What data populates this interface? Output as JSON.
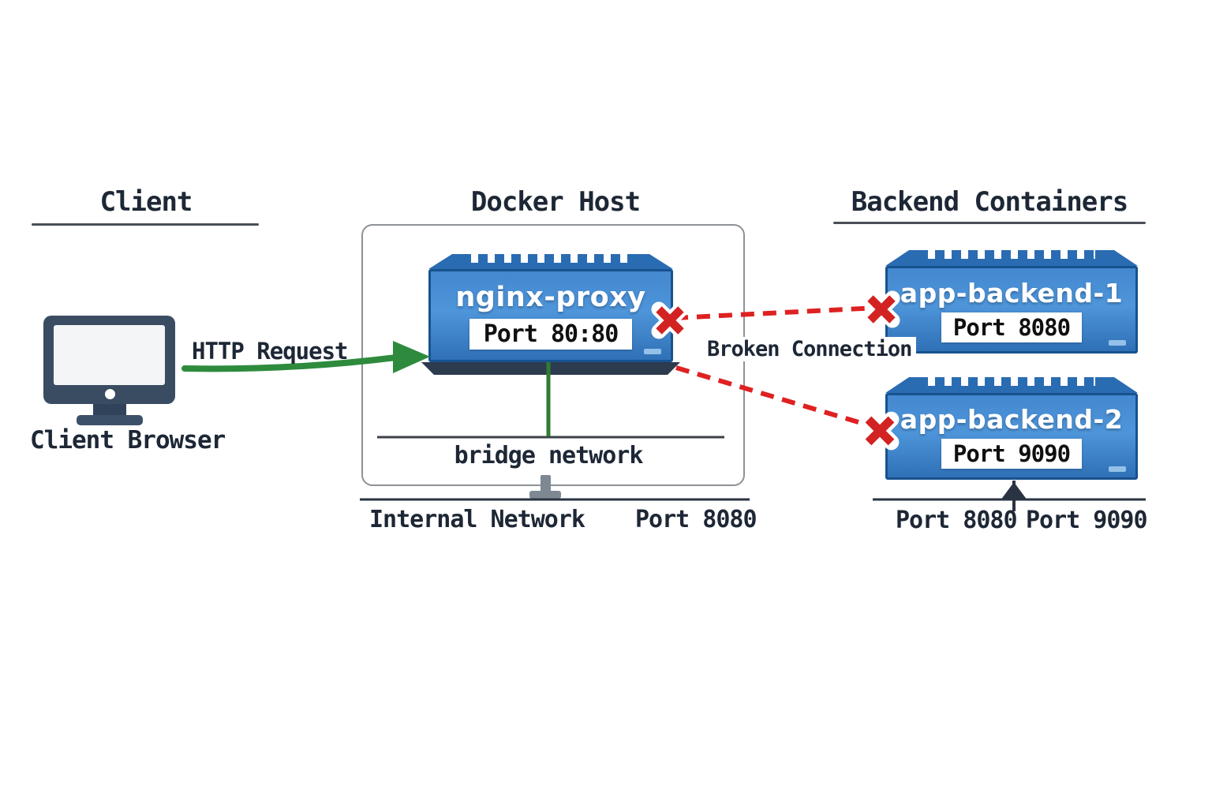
{
  "headers": {
    "client": "Client",
    "docker_host": "Docker Host",
    "backend_containers": "Backend Containers"
  },
  "client": {
    "monitor_label": "Client Browser",
    "http_request_label": "HTTP Request"
  },
  "docker_host": {
    "proxy_name": "nginx-proxy",
    "proxy_port": "Port 80:80",
    "bridge_network_label": "bridge network",
    "internal_network_label": "Internal Network",
    "host_port_label": "Port 8080"
  },
  "backends": [
    {
      "name": "app-backend-1",
      "port": "Port 8080"
    },
    {
      "name": "app-backend-2",
      "port": "Port 9090"
    }
  ],
  "backend_footer": {
    "port_left": "Port 8080",
    "port_right": "Port 9090"
  },
  "connection": {
    "broken_label": "Broken Connection"
  },
  "icons": {
    "client_device": "monitor-icon",
    "broken_marker": "red-x-icon"
  },
  "colors": {
    "container_blue": "#4488cf",
    "container_border_blue": "#17528f",
    "roof_blue": "#2a6cb2",
    "base_navy": "#2c3b4e",
    "arrow_green": "#2e8b3d",
    "broken_red": "#d62525",
    "monitor_slate": "#3a4c61",
    "text_dark": "#1d2735"
  }
}
